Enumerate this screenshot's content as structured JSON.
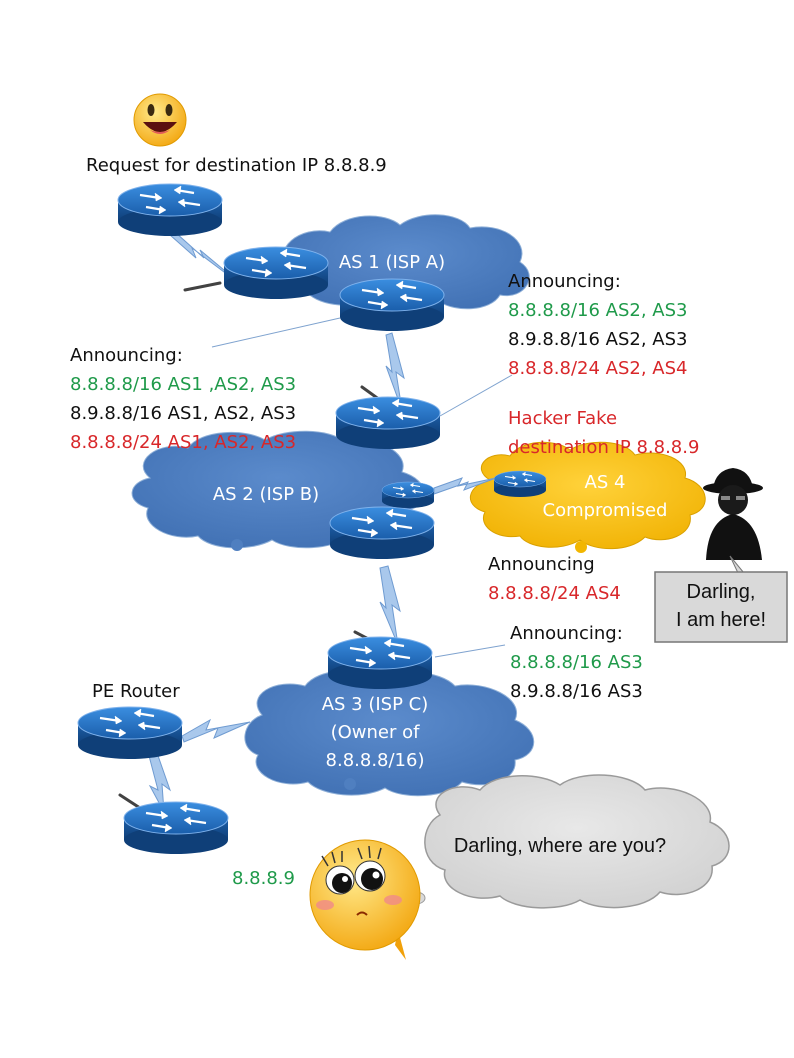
{
  "top_label": "Request for  destination IP 8.8.8.9",
  "clouds": {
    "as1": "AS 1 (ISP A)",
    "as2": "AS 2 (ISP B)",
    "as3_line1": "AS 3 (ISP C)",
    "as3_line2": "(Owner of",
    "as3_line3": "8.8.8.8/16)",
    "as4_line1": "AS 4",
    "as4_line2": "Compromised"
  },
  "left_announce": {
    "title": "Announcing:",
    "l1": "8.8.8.8/16 AS1 ,AS2, AS3",
    "l2": "8.9.8.8/16 AS1, AS2, AS3",
    "l3": "8.8.8.8/24 AS1, AS2, AS3"
  },
  "right_announce": {
    "title": "Announcing:",
    "l1": "8.8.8.8/16 AS2, AS3",
    "l2": "8.9.8.8/16 AS2, AS3",
    "l3": "8.8.8.8/24 AS2, AS4"
  },
  "hacker": {
    "l1": "Hacker Fake",
    "l2": "destination IP 8.8.8.9"
  },
  "as4_announce": {
    "title": "Announcing",
    "l1": "8.8.8.8/24 AS4"
  },
  "as3_announce": {
    "title": "Announcing:",
    "l1": "8.8.8.8/16 AS3",
    "l2": "8.9.8.8/16 AS3"
  },
  "pe_router": "PE Router",
  "dest_ip": "8.8.8.9",
  "callout_hacker": {
    "l1": "Darling,",
    "l2": "I am here!"
  },
  "callout_victim": "Darling, where are you?",
  "colors": {
    "router_blue": "#1f6fc4",
    "cloud_blue": "#4f7fc0",
    "cloud_yellow": "#f7bd16",
    "link_blue": "#a9c8ec",
    "green": "#1f9a4a",
    "red": "#d8272a"
  }
}
